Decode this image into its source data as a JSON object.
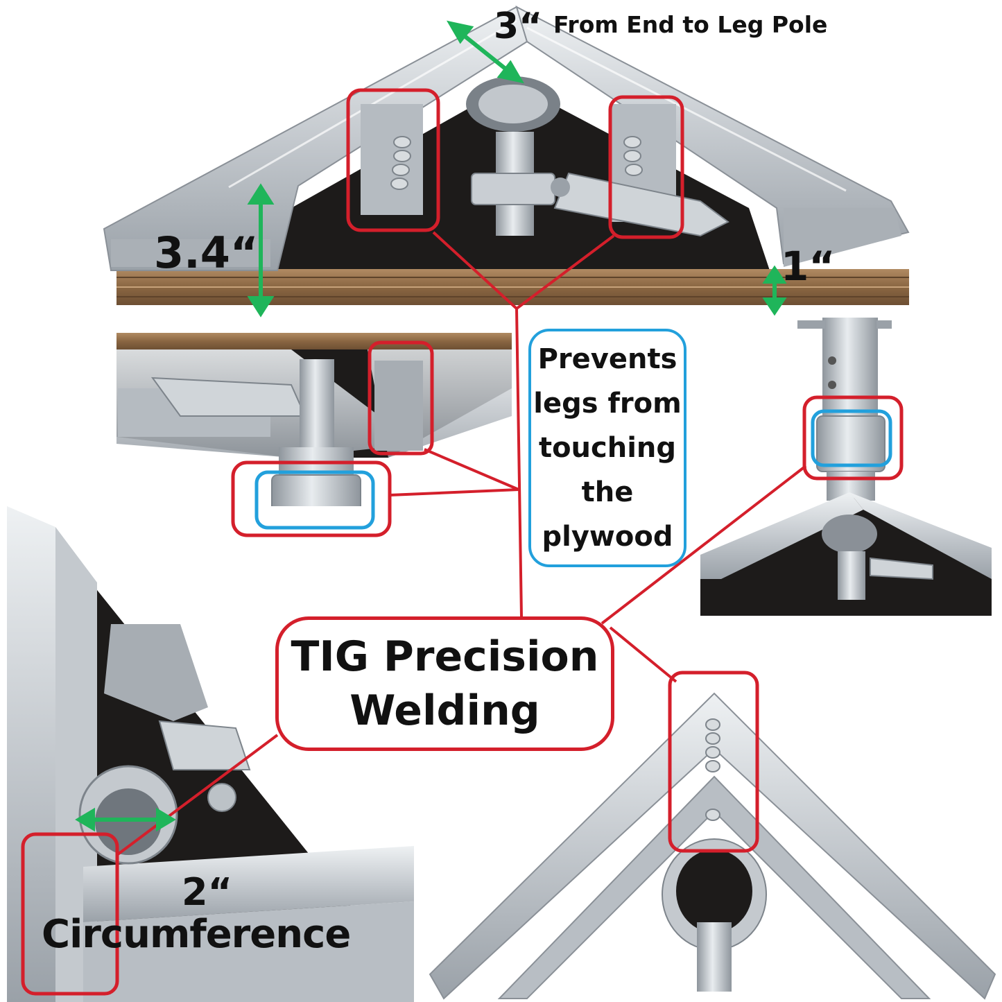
{
  "labels": {
    "top_dimension": "3“",
    "top_dimension_note": "From End to Leg Pole",
    "height_dimension": "3.4“",
    "plywood_dimension": "1“",
    "pole_dimension": "2“",
    "pole_dimension_note": "Circumference"
  },
  "callouts": {
    "prevents": "Prevents\nlegs from\ntouching\nthe\nplywood",
    "tig": "TIG Precision\nWelding"
  },
  "colors": {
    "weld_highlight": "#d41f2b",
    "collar_highlight": "#22a0dc",
    "dimension_arrow": "#1fb55a",
    "aluminum": "#c9ced3",
    "plywood": "#9a7550",
    "board_top": "#1d1b1a"
  }
}
